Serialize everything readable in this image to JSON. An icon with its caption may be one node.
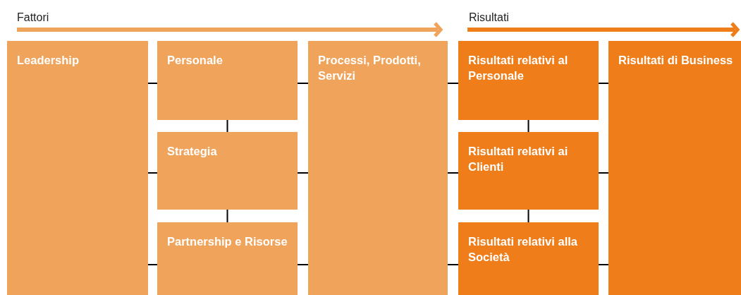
{
  "diagram": {
    "nodes": [
      {
        "text": [
          "Leadership"
        ]
      },
      {
        "text": [
          "Personale"
        ]
      },
      {
        "text": [
          "Strategia"
        ]
      },
      {
        "text": [
          "Partnership e Risorse"
        ]
      },
      {
        "text": [
          "Processi, Prodotti, Servizi"
        ]
      },
      {
        "text": [
          "Risultati relativi al Personale"
        ]
      },
      {
        "text": [
          "Risultati relativi ai Clienti"
        ]
      },
      {
        "text": [
          "Risultati relativi alla Società"
        ]
      },
      {
        "text": [
          "Risultati di Business"
        ]
      }
    ],
    "edges": [
      {
        "from": 0,
        "to": 1,
        "arrow": "none"
      },
      {
        "from": 0,
        "to": 2,
        "arrow": "none"
      },
      {
        "from": 0,
        "to": 3,
        "arrow": "none"
      },
      {
        "from": 1,
        "to": 2,
        "arrow": "none"
      },
      {
        "from": 2,
        "to": 3,
        "arrow": "none"
      },
      {
        "from": 1,
        "to": 4,
        "arrow": "none"
      },
      {
        "from": 2,
        "to": 4,
        "arrow": "none"
      },
      {
        "from": 3,
        "to": 4,
        "arrow": "none"
      },
      {
        "from": 4,
        "to": 5,
        "arrow": "none"
      },
      {
        "from": 4,
        "to": 6,
        "arrow": "none"
      },
      {
        "from": 4,
        "to": 7,
        "arrow": "none"
      },
      {
        "from": 5,
        "to": 6,
        "arrow": "none"
      },
      {
        "from": 6,
        "to": 7,
        "arrow": "none"
      },
      {
        "from": 5,
        "to": 8,
        "arrow": "none"
      },
      {
        "from": 6,
        "to": 8,
        "arrow": "none"
      },
      {
        "from": 7,
        "to": 8,
        "arrow": "none"
      }
    ],
    "labels": [
      "Fattori",
      "Risultati"
    ]
  }
}
